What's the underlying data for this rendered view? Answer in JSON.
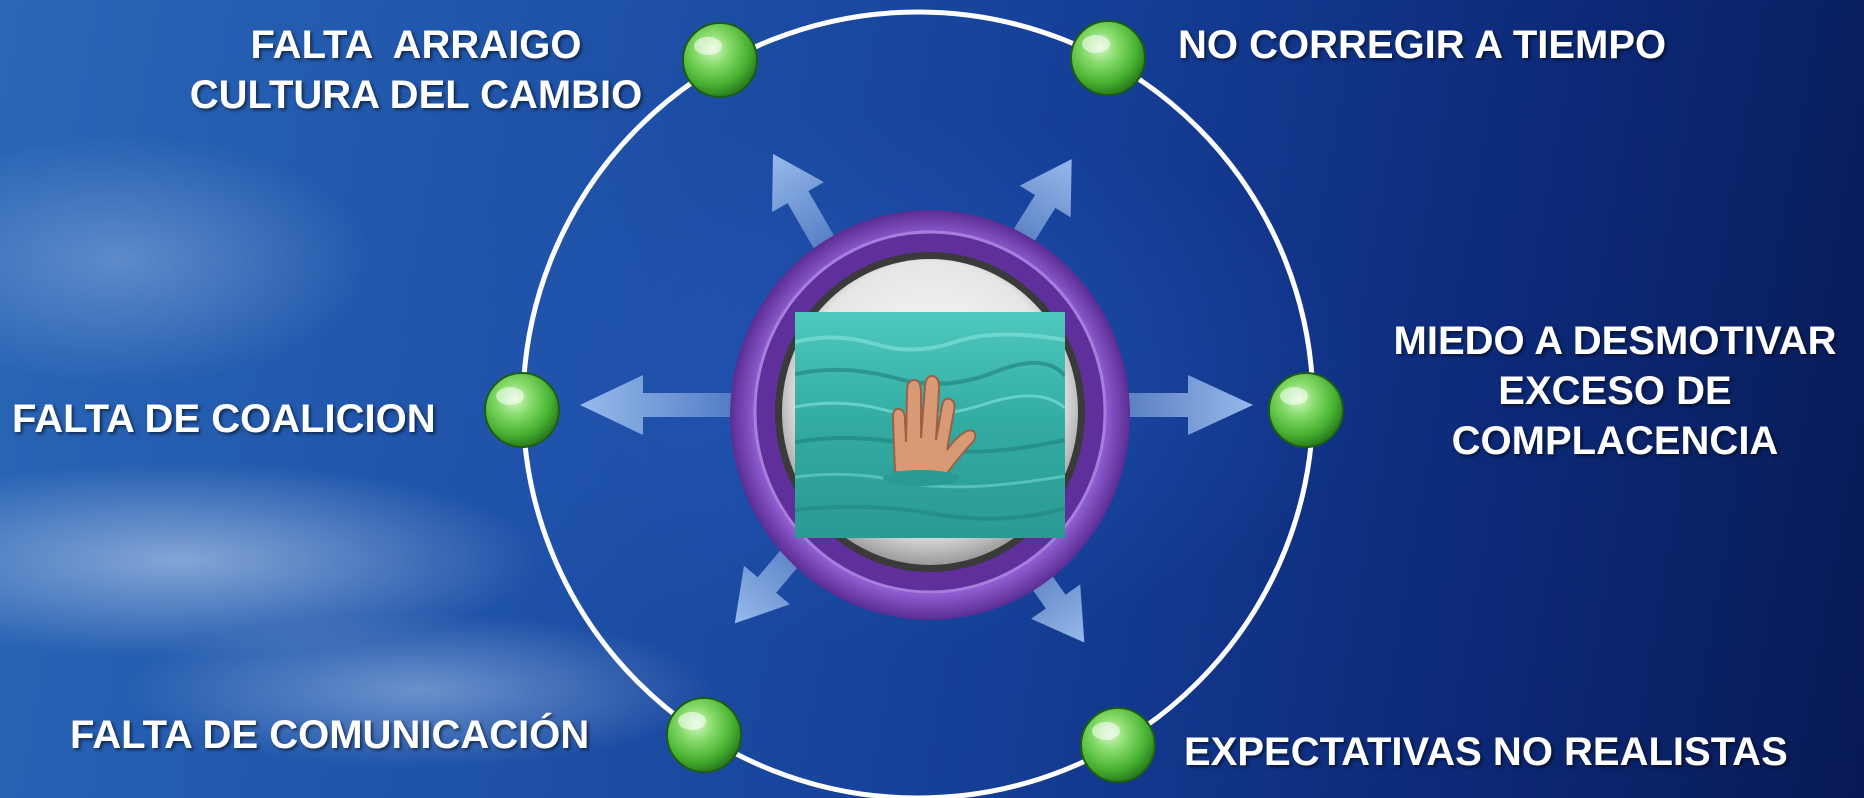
{
  "labels": {
    "top_left": "FALTA  ARRAIGO\nCULTURA DEL CAMBIO",
    "top_right": "NO CORREGIR A TIEMPO",
    "left": "FALTA DE COALICION",
    "right": "MIEDO A DESMOTIVAR\nEXCESO DE\nCOMPLACENCIA",
    "bottom_left": "FALTA DE COMUNICACIÓN",
    "bottom_right": "EXPECTATIVAS NO REALISTAS"
  },
  "center_image": {
    "subject": "hand-emerging-from-water"
  },
  "colors": {
    "ring": "#ffffff",
    "node": "#5cc846",
    "hub_outer": "#7b48b8",
    "arrow": "#8fb3e6",
    "water": "#36b2aa"
  }
}
